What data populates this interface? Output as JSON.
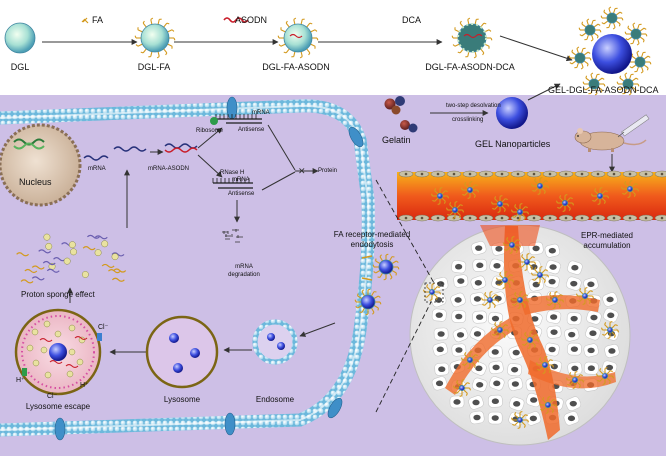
{
  "top": {
    "dgl": "DGL",
    "fa_reagent": "FA",
    "dgl_fa": "DGL-FA",
    "asodn_reagent": "ASODN",
    "dgl_fa_asodn": "DGL-FA-ASODN",
    "dca_reagent": "DCA",
    "dgl_fa_asodn_dca": "DGL-FA-ASODN-DCA",
    "gel_complex": "GEL-DGL-FA-ASODN-DCA"
  },
  "gel": {
    "gelatin": "Gelatin",
    "step1": "two-step desolvation",
    "step2": "crosslinking",
    "nanoparticles": "GEL Nanoparticles"
  },
  "tissue": {
    "epr": "EPR-mediated accumulation"
  },
  "cell": {
    "nucleus": "Nucleus",
    "mrna": "mRNA",
    "mrna_asodn": "mRNA-ASODN",
    "ribosome": "Ribosome",
    "mrna_top": "mRNA",
    "antisense_top": "Antisense",
    "rnase": "RNase H",
    "mrna_mid": "mRNA",
    "antisense_mid": "Antisense",
    "mrna_degradation": "mRNA degradation",
    "protein": "Protein",
    "fa_receptor": "FA receptor-mediated endodytosis",
    "proton_sponge": "Proton sponge effect",
    "cl_1": "Cl⁻",
    "cl_2": "Cl⁻",
    "h_1": "H⁺",
    "h_2": "H⁺",
    "lysosome_escape": "Lysosome escape",
    "lysosome": "Lysosome",
    "endosome": "Endosome"
  }
}
